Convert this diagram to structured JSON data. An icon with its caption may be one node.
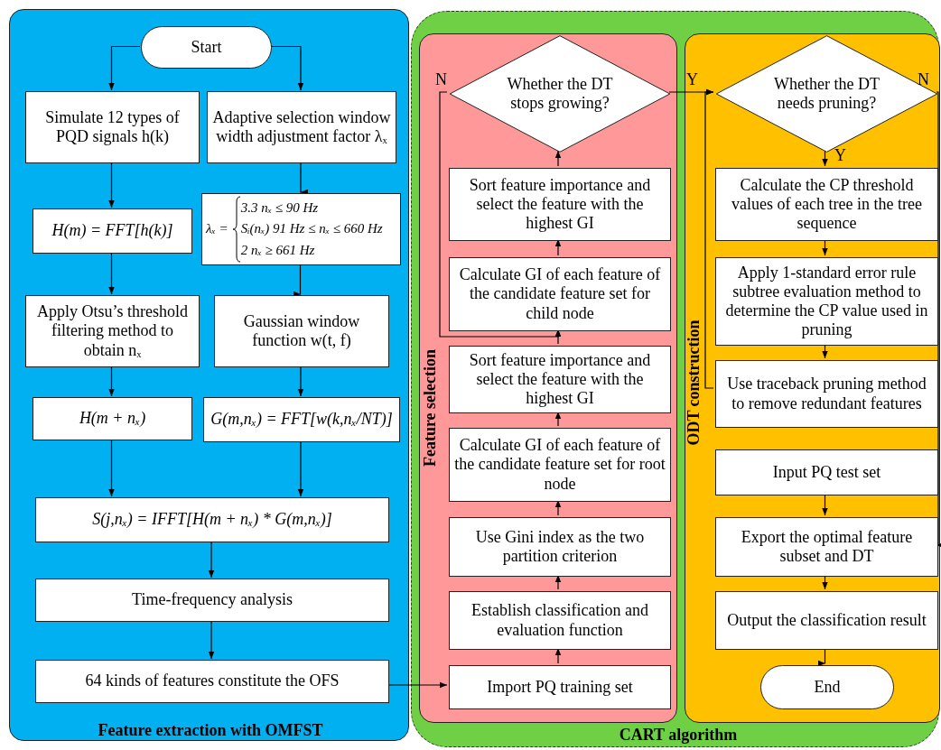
{
  "diagram": {
    "nodes": [
      {
        "text": [
          "Feature extraction with OMFST"
        ]
      },
      {
        "text": [
          "Start"
        ],
        "in": 0
      },
      {
        "text": [
          "Simulate 12 types of PQD signals h(k)"
        ],
        "in": 0
      },
      {
        "text": [
          "Adaptive selection window width adjustment factor λₓ"
        ],
        "in": 0
      },
      {
        "text": [
          "H(m) = FFT[h(k)]"
        ],
        "in": 0
      },
      {
        "text": [
          "λₓ =",
          "3.3 nₓ ≤ 90 Hz",
          "Sᵢ(nₓ) 91 Hz ≤ nₓ ≤ 660 Hz",
          "2 nₓ ≥ 661 Hz"
        ],
        "in": 0
      },
      {
        "text": [
          "Apply Otsu’s threshold filtering method to obtain nₓ"
        ],
        "in": 0
      },
      {
        "text": [
          "Gaussian window function w(t, f)"
        ],
        "in": 0
      },
      {
        "text": [
          "H(m + nₓ)"
        ],
        "in": 0
      },
      {
        "text": [
          "G(m,nₓ) = FFT[w(k,nₓ/NT)]"
        ],
        "in": 0
      },
      {
        "text": [
          "S(j,nₓ) = IFFT[H(m + nₓ) * G(m,nₓ)]"
        ],
        "in": 0
      },
      {
        "text": [
          "Time-frequency analysis"
        ],
        "in": 0
      },
      {
        "text": [
          "64 kinds of features constitute the OFS"
        ],
        "in": 0
      },
      {
        "text": [
          "CART algorithm"
        ]
      },
      {
        "text": [
          "Feature selection"
        ],
        "in": 13
      },
      {
        "text": [
          "Whether the DT stops growing?"
        ],
        "in": 14
      },
      {
        "text": [
          "Sort feature importance and select the feature with the highest GI"
        ],
        "in": 14
      },
      {
        "text": [
          "Calculate GI of each feature of the candidate feature set for child node"
        ],
        "in": 14
      },
      {
        "text": [
          "Sort feature importance and select the feature with the highest GI"
        ],
        "in": 14
      },
      {
        "text": [
          "Calculate GI of each feature of the candidate feature set for root node"
        ],
        "in": 14
      },
      {
        "text": [
          "Use Gini index as the two partition criterion"
        ],
        "in": 14
      },
      {
        "text": [
          "Establish classification and evaluation function"
        ],
        "in": 14
      },
      {
        "text": [
          "Import PQ training set"
        ],
        "in": 14
      },
      {
        "text": [
          "ODT construction"
        ],
        "in": 13
      },
      {
        "text": [
          "Whether the DT needs pruning?"
        ],
        "in": 23
      },
      {
        "text": [
          "Calculate the CP threshold values of each tree in the tree sequence"
        ],
        "in": 23
      },
      {
        "text": [
          "Apply 1-standard error rule subtree evaluation method to determine the CP value used in pruning"
        ],
        "in": 23
      },
      {
        "text": [
          "Use traceback pruning method to remove redundant features"
        ],
        "in": 23
      },
      {
        "text": [
          "Input PQ test set"
        ],
        "in": 23
      },
      {
        "text": [
          "Export the optimal feature subset and DT"
        ],
        "in": 23
      },
      {
        "text": [
          "Output the classification result"
        ],
        "in": 23
      },
      {
        "text": [
          "End"
        ],
        "in": 23
      }
    ],
    "edges": [
      {
        "from": 1,
        "to": 2,
        "arrow": "to"
      },
      {
        "from": 1,
        "to": 3,
        "arrow": "to"
      },
      {
        "from": 2,
        "to": 4,
        "arrow": "to"
      },
      {
        "from": 3,
        "to": 5,
        "arrow": "to"
      },
      {
        "from": 4,
        "to": 6,
        "arrow": "to"
      },
      {
        "from": 5,
        "to": 7,
        "arrow": "to"
      },
      {
        "from": 6,
        "to": 8,
        "arrow": "to"
      },
      {
        "from": 7,
        "to": 9,
        "arrow": "to"
      },
      {
        "from": 8,
        "to": 10,
        "arrow": "to"
      },
      {
        "from": 9,
        "to": 10,
        "arrow": "to"
      },
      {
        "from": 10,
        "to": 11,
        "arrow": "to"
      },
      {
        "from": 11,
        "to": 12,
        "arrow": "to"
      },
      {
        "from": 12,
        "to": 22,
        "arrow": "to"
      },
      {
        "from": 22,
        "to": 21,
        "arrow": "to"
      },
      {
        "from": 21,
        "to": 20,
        "arrow": "to"
      },
      {
        "from": 20,
        "to": 19,
        "arrow": "to"
      },
      {
        "from": 19,
        "to": 18,
        "arrow": "to"
      },
      {
        "from": 18,
        "to": 17,
        "arrow": "to"
      },
      {
        "from": 17,
        "to": 16,
        "arrow": "to"
      },
      {
        "from": 16,
        "to": 15,
        "arrow": "to"
      },
      {
        "from": 15,
        "to": 17,
        "label": "N",
        "arrow": "to"
      },
      {
        "from": 15,
        "to": 24,
        "label": "Y",
        "arrow": "to"
      },
      {
        "from": 24,
        "to": 25,
        "label": "Y",
        "arrow": "to"
      },
      {
        "from": 25,
        "to": 26,
        "arrow": "to"
      },
      {
        "from": 26,
        "to": 27,
        "arrow": "to"
      },
      {
        "from": 27,
        "to": 24,
        "arrow": "to"
      },
      {
        "from": 24,
        "to": 29,
        "label": "N",
        "arrow": "to"
      },
      {
        "from": 28,
        "to": 29,
        "arrow": "to"
      },
      {
        "from": 29,
        "to": 30,
        "arrow": "to"
      },
      {
        "from": 30,
        "to": 31,
        "arrow": "to"
      }
    ]
  }
}
